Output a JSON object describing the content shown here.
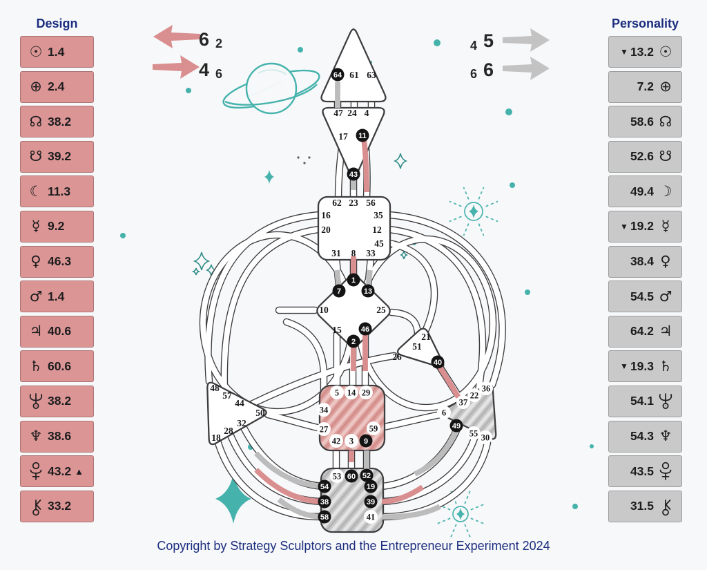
{
  "design_panel": {
    "title": "Design",
    "rows": [
      {
        "planet": "sun",
        "glyph": "☉",
        "value": "1.4",
        "marker": "",
        "marker_after": ""
      },
      {
        "planet": "earth",
        "glyph": "⊕",
        "value": "2.4",
        "marker": "",
        "marker_after": ""
      },
      {
        "planet": "north_node",
        "glyph": "☊",
        "value": "38.2",
        "marker": "",
        "marker_after": ""
      },
      {
        "planet": "south_node",
        "glyph": "☋",
        "value": "39.2",
        "marker": "",
        "marker_after": ""
      },
      {
        "planet": "moon",
        "glyph": "☾",
        "value": "11.3",
        "marker": "",
        "marker_after": ""
      },
      {
        "planet": "mercury",
        "glyph": "☿",
        "value": "9.2",
        "marker": "",
        "marker_after": ""
      },
      {
        "planet": "venus",
        "glyph": "♀",
        "value": "46.3",
        "marker": "",
        "marker_after": ""
      },
      {
        "planet": "mars",
        "glyph": "♂",
        "value": "1.4",
        "marker": "",
        "marker_after": ""
      },
      {
        "planet": "jupiter",
        "glyph": "♃",
        "value": "40.6",
        "marker": "",
        "marker_after": ""
      },
      {
        "planet": "saturn",
        "glyph": "♄",
        "value": "60.6",
        "marker": "",
        "marker_after": ""
      },
      {
        "planet": "uranus",
        "glyph": "♅",
        "value": "38.2",
        "marker": "",
        "marker_after": ""
      },
      {
        "planet": "neptune",
        "glyph": "♆",
        "value": "38.6",
        "marker": "",
        "marker_after": ""
      },
      {
        "planet": "pluto",
        "glyph": "♇",
        "value": "43.2",
        "marker": "",
        "marker_after": "▲"
      },
      {
        "planet": "chiron",
        "glyph": "⚷",
        "value": "33.2",
        "marker": "",
        "marker_after": ""
      }
    ]
  },
  "personality_panel": {
    "title": "Personality",
    "rows": [
      {
        "planet": "sun",
        "glyph": "☉",
        "value": "13.2",
        "marker": "▼"
      },
      {
        "planet": "earth",
        "glyph": "⊕",
        "value": "7.2",
        "marker": ""
      },
      {
        "planet": "north_node",
        "glyph": "☊",
        "value": "58.6",
        "marker": ""
      },
      {
        "planet": "south_node",
        "glyph": "☋",
        "value": "52.6",
        "marker": ""
      },
      {
        "planet": "moon",
        "glyph": "☽",
        "value": "49.4",
        "marker": ""
      },
      {
        "planet": "mercury",
        "glyph": "☿",
        "value": "19.2",
        "marker": "▼"
      },
      {
        "planet": "venus",
        "glyph": "♀",
        "value": "38.4",
        "marker": ""
      },
      {
        "planet": "mars",
        "glyph": "♂",
        "value": "54.5",
        "marker": ""
      },
      {
        "planet": "jupiter",
        "glyph": "♃",
        "value": "64.2",
        "marker": ""
      },
      {
        "planet": "saturn",
        "glyph": "♄",
        "value": "19.3",
        "marker": "▼"
      },
      {
        "planet": "uranus",
        "glyph": "♅",
        "value": "54.1",
        "marker": ""
      },
      {
        "planet": "neptune",
        "glyph": "♆",
        "value": "54.3",
        "marker": ""
      },
      {
        "planet": "pluto",
        "glyph": "♇",
        "value": "43.5",
        "marker": ""
      },
      {
        "planet": "chiron",
        "glyph": "⚷",
        "value": "31.5",
        "marker": ""
      }
    ]
  },
  "variables": {
    "groups": [
      {
        "id": "design_top",
        "big": "6",
        "small": "2",
        "arrow_direction": "left",
        "color": "#d98f8f"
      },
      {
        "id": "design_bottom",
        "big": "4",
        "small": "6",
        "arrow_direction": "right",
        "color": "#d98f8f"
      },
      {
        "id": "personality_top",
        "big": "5",
        "small": "4",
        "arrow_direction": "right",
        "color": "#c3c3c3"
      },
      {
        "id": "personality_bottom",
        "big": "6",
        "small": "6",
        "arrow_direction": "right",
        "color": "#c3c3c3"
      }
    ]
  },
  "bodygraph": {
    "centers": [
      {
        "name": "head",
        "gates": [
          {
            "n": "64",
            "s": "filled"
          },
          {
            "n": "61",
            "s": "plain"
          },
          {
            "n": "63",
            "s": "plain"
          }
        ]
      },
      {
        "name": "ajna",
        "gates": [
          {
            "n": "47",
            "s": "plain"
          },
          {
            "n": "24",
            "s": "plain"
          },
          {
            "n": "4",
            "s": "plain"
          },
          {
            "n": "17",
            "s": "plain"
          },
          {
            "n": "11",
            "s": "filled"
          },
          {
            "n": "43",
            "s": "filled"
          }
        ]
      },
      {
        "name": "throat",
        "gates": [
          {
            "n": "62",
            "s": "plain"
          },
          {
            "n": "23",
            "s": "plain"
          },
          {
            "n": "56",
            "s": "plain"
          },
          {
            "n": "16",
            "s": "plain"
          },
          {
            "n": "35",
            "s": "plain"
          },
          {
            "n": "20",
            "s": "plain"
          },
          {
            "n": "12",
            "s": "plain"
          },
          {
            "n": "45",
            "s": "plain"
          },
          {
            "n": "31",
            "s": "plain"
          },
          {
            "n": "8",
            "s": "plain"
          },
          {
            "n": "33",
            "s": "plain"
          }
        ]
      },
      {
        "name": "g",
        "gates": [
          {
            "n": "1",
            "s": "filled"
          },
          {
            "n": "7",
            "s": "filled"
          },
          {
            "n": "13",
            "s": "filled"
          },
          {
            "n": "10",
            "s": "plain"
          },
          {
            "n": "25",
            "s": "plain"
          },
          {
            "n": "15",
            "s": "plain"
          },
          {
            "n": "46",
            "s": "filled"
          },
          {
            "n": "2",
            "s": "filled"
          }
        ]
      },
      {
        "name": "heart",
        "gates": [
          {
            "n": "21",
            "s": "plain"
          },
          {
            "n": "51",
            "s": "plain"
          },
          {
            "n": "26",
            "s": "plain"
          },
          {
            "n": "40",
            "s": "filled"
          }
        ]
      },
      {
        "name": "spleen",
        "gates": [
          {
            "n": "48",
            "s": "plain"
          },
          {
            "n": "57",
            "s": "plain"
          },
          {
            "n": "44",
            "s": "plain"
          },
          {
            "n": "50",
            "s": "plain"
          },
          {
            "n": "32",
            "s": "plain"
          },
          {
            "n": "28",
            "s": "plain"
          },
          {
            "n": "18",
            "s": "plain"
          }
        ]
      },
      {
        "name": "solar_plexus",
        "gates": [
          {
            "n": "36",
            "s": "pill"
          },
          {
            "n": "22",
            "s": "pill"
          },
          {
            "n": "37",
            "s": "pill"
          },
          {
            "n": "6",
            "s": "pill"
          },
          {
            "n": "49",
            "s": "filled"
          },
          {
            "n": "55",
            "s": "pill"
          },
          {
            "n": "30",
            "s": "pill"
          }
        ]
      },
      {
        "name": "sacral",
        "gates": [
          {
            "n": "5",
            "s": "pill"
          },
          {
            "n": "14",
            "s": "pill"
          },
          {
            "n": "29",
            "s": "pill"
          },
          {
            "n": "34",
            "s": "pill"
          },
          {
            "n": "27",
            "s": "pill"
          },
          {
            "n": "59",
            "s": "pill"
          },
          {
            "n": "42",
            "s": "pill"
          },
          {
            "n": "3",
            "s": "pill"
          },
          {
            "n": "9",
            "s": "filled"
          }
        ]
      },
      {
        "name": "root",
        "gates": [
          {
            "n": "53",
            "s": "pill"
          },
          {
            "n": "60",
            "s": "filled"
          },
          {
            "n": "52",
            "s": "filled"
          },
          {
            "n": "54",
            "s": "filled"
          },
          {
            "n": "19",
            "s": "filled"
          },
          {
            "n": "38",
            "s": "filled"
          },
          {
            "n": "39",
            "s": "filled"
          },
          {
            "n": "58",
            "s": "filled"
          },
          {
            "n": "41",
            "s": "pill"
          }
        ]
      }
    ]
  },
  "colors": {
    "background": "#f7f8fa",
    "design_pink": "#dc9595",
    "personality_gray": "#c9c9c9",
    "channel_pink": "#d98f8f",
    "channel_gray": "#bcbcbc",
    "accent_teal": "#45b2ac",
    "heading_navy": "#1b2d7e",
    "defined_gate_black": "#141414"
  },
  "footer": {
    "copyright": "Copyright by Strategy Sculptors and the Entrepreneur Experiment 2024"
  }
}
